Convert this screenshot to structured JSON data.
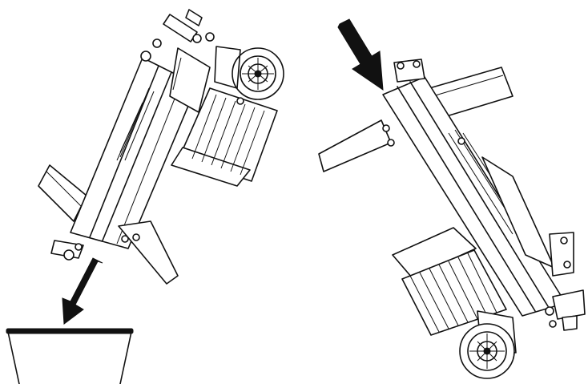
{
  "figure": {
    "left_step": {
      "device": "log-splitter",
      "orientation": "tilted-forward",
      "arrow_direction": "down-left",
      "target": "bowl"
    },
    "right_step": {
      "device": "log-splitter",
      "orientation": "tilted-back",
      "arrow_direction": "down-right"
    },
    "colors": {
      "line": "#111111",
      "fill": "#ffffff",
      "arrow": "#111111"
    }
  }
}
